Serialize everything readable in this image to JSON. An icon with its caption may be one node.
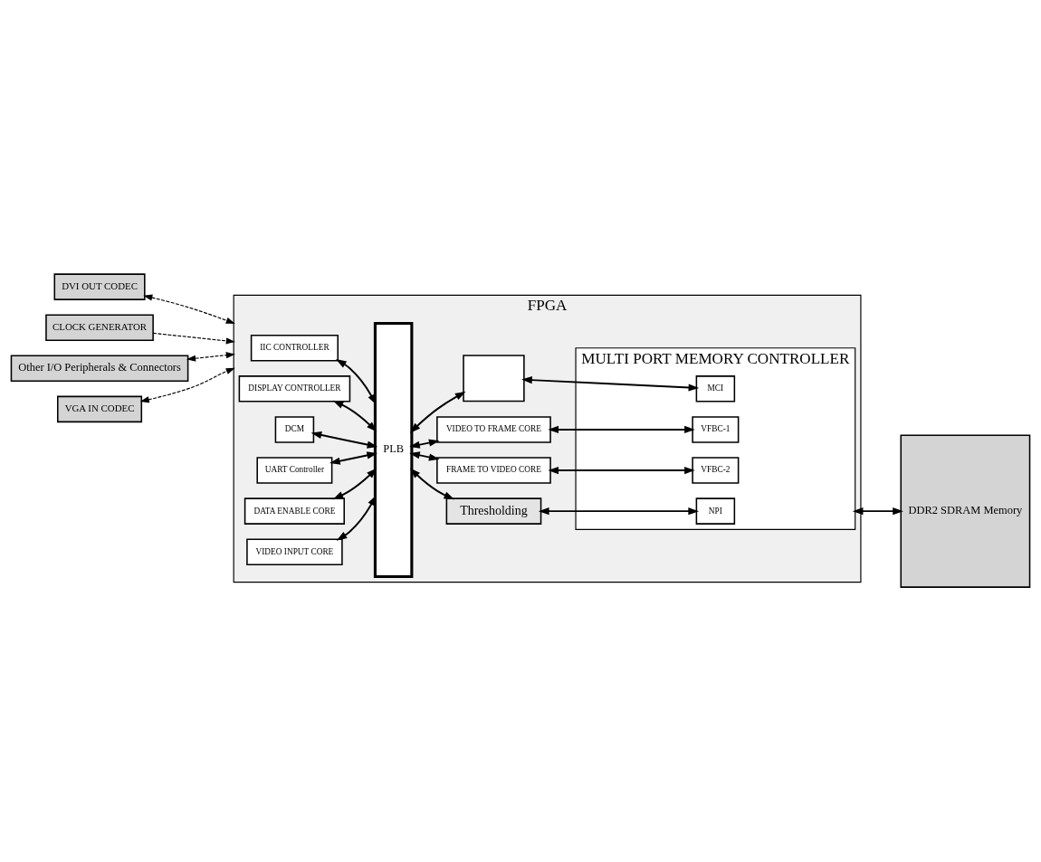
{
  "diagram": {
    "nodes": [
      {
        "text": [
          "DVI OUT CODEC"
        ]
      },
      {
        "text": [
          "CLOCK GENERATOR"
        ]
      },
      {
        "text": [
          "Other I/O Peripherals & Connectors"
        ]
      },
      {
        "text": [
          "VGA IN CODEC"
        ]
      },
      {
        "text": [
          "FPGA"
        ]
      },
      {
        "text": [
          "IIC CONTROLLER"
        ],
        "in": 4
      },
      {
        "text": [
          "DISPLAY CONTROLLER"
        ],
        "in": 4
      },
      {
        "text": [
          "DCM"
        ],
        "in": 4
      },
      {
        "text": [
          "UART Controller"
        ],
        "in": 4
      },
      {
        "text": [
          "DATA ENABLE CORE"
        ],
        "in": 4
      },
      {
        "text": [
          "VIDEO INPUT CORE"
        ],
        "in": 4
      },
      {
        "text": [
          "PLB"
        ],
        "in": 4
      },
      {
        "text": [
          "Thresholding"
        ],
        "in": 4
      },
      {
        "text": [
          "FRAME TO VIDEO CORE"
        ],
        "in": 4
      },
      {
        "text": [
          "VIDEO TO FRAME CORE"
        ],
        "in": 4
      },
      {
        "text": [],
        "shape": "box",
        "in": 4
      },
      {
        "text": [
          "MULTI PORT MEMORY CONTROLLER"
        ],
        "in": 4
      },
      {
        "text": [
          "NPI"
        ],
        "in": 16
      },
      {
        "text": [
          "VFBC-2"
        ],
        "in": 16
      },
      {
        "text": [
          "VFBC-1"
        ],
        "in": 16
      },
      {
        "text": [
          "MCI"
        ],
        "in": 16
      },
      {
        "text": [
          "DDR2 SDRAM Memory"
        ]
      }
    ],
    "edges": [
      {
        "from": 0,
        "to": 4,
        "arrow": "both",
        "style": "dashed"
      },
      {
        "from": 1,
        "to": 4,
        "arrow": "to",
        "style": "dashed"
      },
      {
        "from": 2,
        "to": 4,
        "arrow": "both",
        "style": "dashed"
      },
      {
        "from": 3,
        "to": 4,
        "arrow": "both",
        "style": "dashed"
      },
      {
        "from": 5,
        "to": 11,
        "arrow": "both"
      },
      {
        "from": 6,
        "to": 11,
        "arrow": "both"
      },
      {
        "from": 7,
        "to": 11,
        "arrow": "both"
      },
      {
        "from": 8,
        "to": 11,
        "arrow": "both"
      },
      {
        "from": 9,
        "to": 11,
        "arrow": "both"
      },
      {
        "from": 10,
        "to": 11,
        "arrow": "both"
      },
      {
        "from": 11,
        "to": 12,
        "arrow": "both"
      },
      {
        "from": 11,
        "to": 13,
        "arrow": "both"
      },
      {
        "from": 11,
        "to": 14,
        "arrow": "both"
      },
      {
        "from": 11,
        "to": 15,
        "arrow": "both"
      },
      {
        "from": 12,
        "to": 17,
        "arrow": "both"
      },
      {
        "from": 13,
        "to": 18,
        "arrow": "both"
      },
      {
        "from": 14,
        "to": 19,
        "arrow": "both"
      },
      {
        "from": 15,
        "to": 20,
        "arrow": "both"
      },
      {
        "from": 16,
        "to": 21,
        "arrow": "both"
      }
    ]
  }
}
